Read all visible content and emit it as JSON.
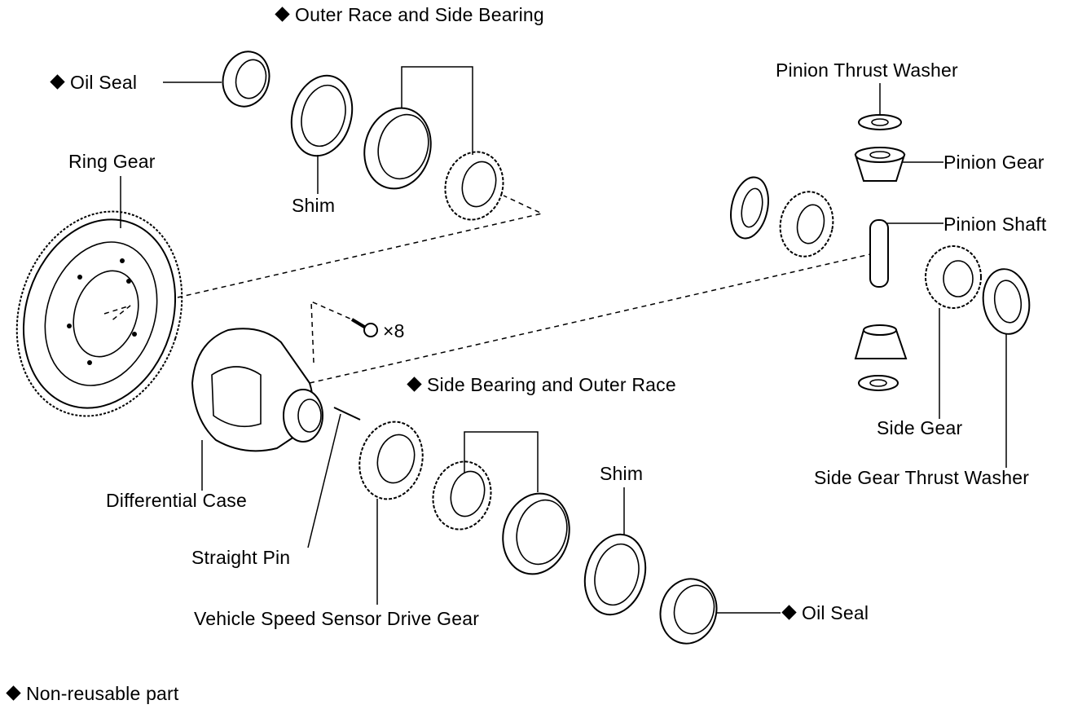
{
  "labels": {
    "outer_race_side_bearing": "Outer Race and Side Bearing",
    "oil_seal_top": "Oil Seal",
    "ring_gear": "Ring Gear",
    "shim_top": "Shim",
    "pinion_thrust_washer": "Pinion Thrust Washer",
    "pinion_gear": "Pinion Gear",
    "pinion_shaft": "Pinion Shaft",
    "bolt_qty": "×8",
    "side_bearing_outer_race": "Side Bearing and Outer Race",
    "side_gear": "Side Gear",
    "side_gear_thrust_washer": "Side Gear Thrust Washer",
    "shim_bottom": "Shim",
    "differential_case": "Differential Case",
    "straight_pin": "Straight Pin",
    "vss_drive_gear": "Vehicle Speed Sensor Drive Gear",
    "oil_seal_bottom": "Oil Seal",
    "legend": "Non-reusable part"
  },
  "colors": {
    "ink": "#000000",
    "paper": "#ffffff"
  },
  "icons": {
    "non_reusable_marker": "black-diamond-icon"
  }
}
